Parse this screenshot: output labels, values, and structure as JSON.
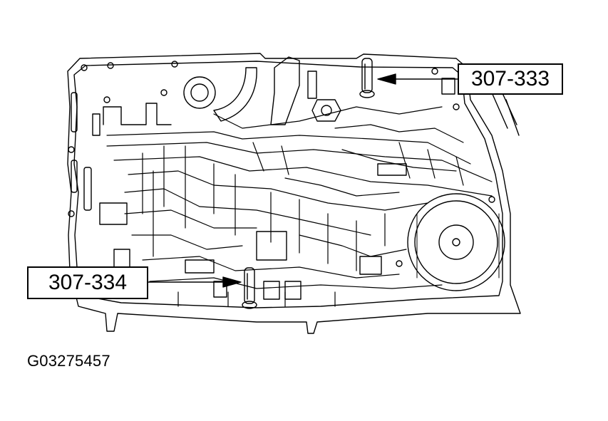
{
  "callouts": {
    "tool_a": "307-333",
    "tool_b": "307-334"
  },
  "figure_id": "G03275457",
  "colors": {
    "line": "#000000",
    "background": "#ffffff"
  }
}
